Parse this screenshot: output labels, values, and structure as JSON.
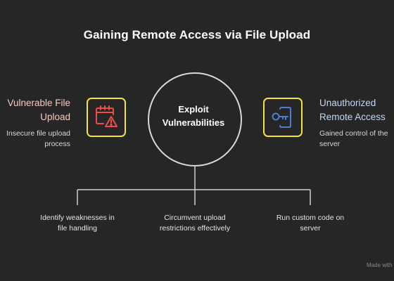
{
  "title": "Gaining Remote Access via File Upload",
  "center": {
    "line1": "Exploit",
    "line2": "Vulnerabilities"
  },
  "left": {
    "heading_line1": "Vulnerable File",
    "heading_line2": "Upload",
    "desc_line1": "Insecure file upload",
    "desc_line2": "process",
    "icon": "calendar-warning-icon",
    "accent": "#ef4c4c"
  },
  "right": {
    "heading_line1": "Unauthorized",
    "heading_line2": "Remote Access",
    "desc_line1": "Gained control of the",
    "desc_line2": "server",
    "icon": "key-door-icon",
    "accent": "#4a7fd6"
  },
  "steps": [
    {
      "line1": "Identify weaknesses in",
      "line2": "file handling"
    },
    {
      "line1": "Circumvent upload",
      "line2": "restrictions effectively"
    },
    {
      "line1": "Run custom code on",
      "line2": "server"
    }
  ],
  "watermark": "Made with",
  "colors": {
    "background": "#262626",
    "icon_border": "#f5e23a",
    "connector": "#cfcfcf"
  }
}
